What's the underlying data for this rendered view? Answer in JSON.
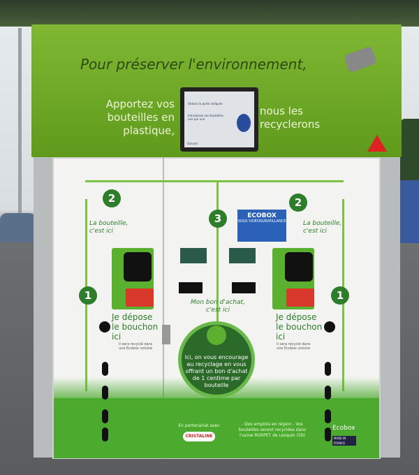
{
  "header": {
    "title": "Pour préserver l'environnement,",
    "left_text": "Apportez vos bouteilles en plastique,",
    "right_text": "nous les recyclerons"
  },
  "screen": {
    "line1": "Utilisez la porte indiquée",
    "line2": "Introduisez vos bouteilles une par une",
    "button": "Suivant"
  },
  "badge": {
    "title": "ECOBOX",
    "subtitle": "SOUS VIDÉOSURVEILLANCE"
  },
  "steps": {
    "one": "1",
    "two": "2",
    "three": "3"
  },
  "left_station": {
    "bottle": "La bouteille, c'est ici",
    "cap": "Je dépose le bouchon ici",
    "cap_note": "Il sera recyclé dans une Ecobox voisine"
  },
  "right_station": {
    "bottle": "La bouteille, c'est ici",
    "cap": "Je dépose le bouchon ici",
    "cap_note": "Il sera recyclé dans une Ecobox voisine"
  },
  "voucher": "Mon bon d'achat, c'est ici",
  "circle_text": "Ici, on vous encourage au recyclage en vous offrant un bon d'achat de 1 centime par bouteille",
  "footer": {
    "partner": "En partenariat avec",
    "partner_logo": "CRISTALINE",
    "jobs": "- Des emplois en région - Vos bouteilles seront recyclées dans l'usine ROXPET de Lesquin (59)",
    "brand": "Ecobox",
    "made": "MADE IN FRANCE"
  }
}
